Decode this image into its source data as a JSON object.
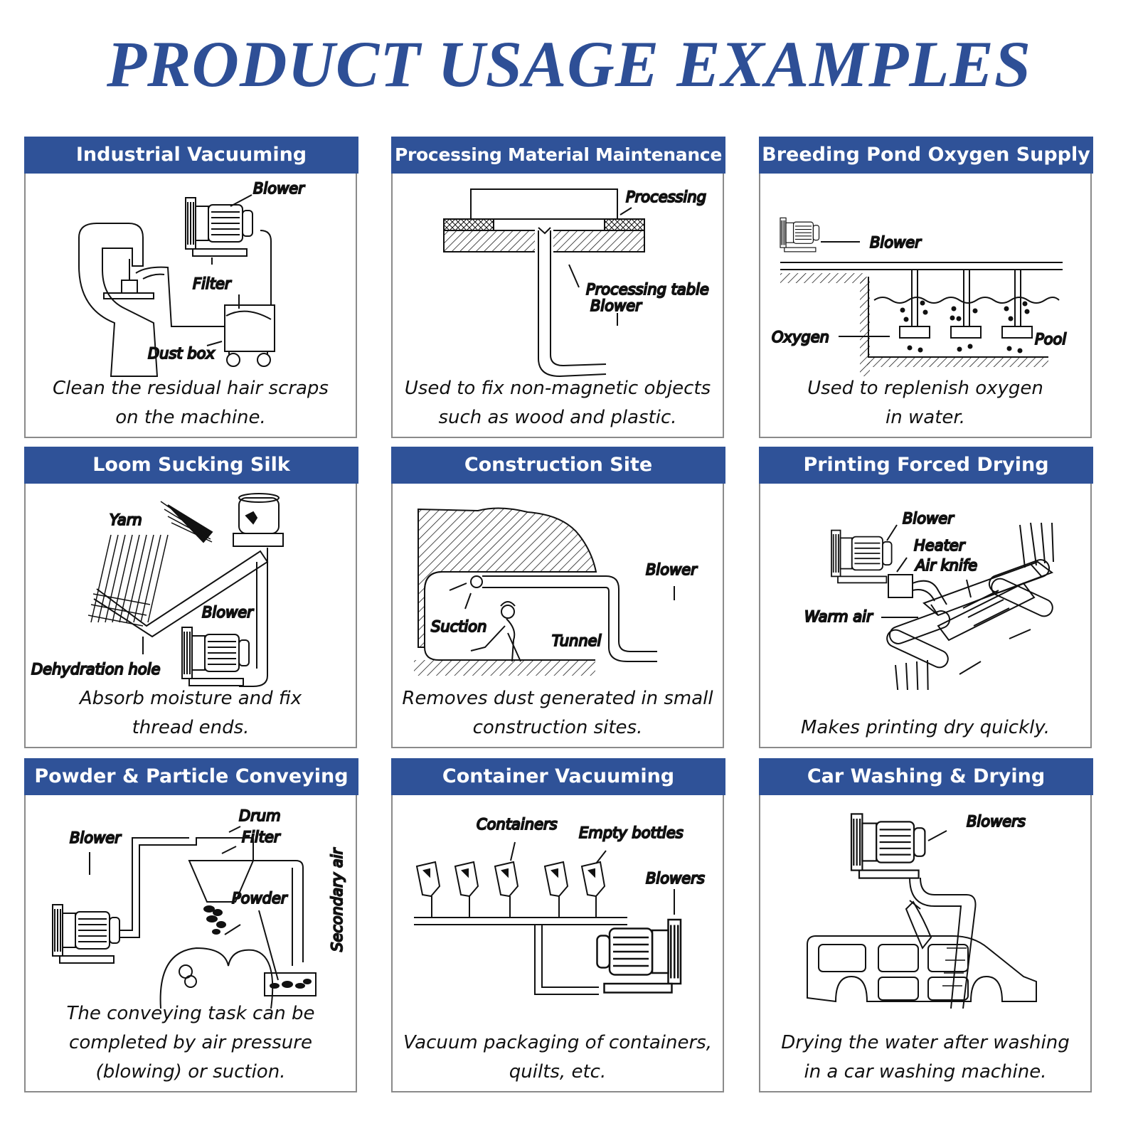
{
  "title": "PRODUCT USAGE EXAMPLES",
  "colors": {
    "title": "#2e4f96",
    "header_bg": "#2f5298",
    "border": "#8a8a8a"
  },
  "panels": [
    {
      "heading": "Industrial Vacuuming",
      "labels": {
        "blower": "Blower",
        "filter": "Filter",
        "dust_box": "Dust box"
      },
      "caption": [
        "Clean the residual hair scraps",
        "on the machine."
      ]
    },
    {
      "heading": "Processing Material Maintenance",
      "labels": {
        "processing": "Processing",
        "table": "Processing table",
        "blower": "Blower"
      },
      "caption": [
        "Used to fix non-magnetic objects",
        "such as wood and plastic."
      ]
    },
    {
      "heading": "Breeding Pond Oxygen Supply",
      "labels": {
        "blower": "Blower",
        "oxygen": "Oxygen",
        "pool": "Pool"
      },
      "caption": [
        "Used to replenish oxygen",
        "in water."
      ]
    },
    {
      "heading": "Loom Sucking Silk",
      "labels": {
        "yarn": "Yarn",
        "blower": "Blower",
        "hole": "Dehydration hole"
      },
      "caption": [
        "Absorb moisture and fix",
        "thread ends."
      ]
    },
    {
      "heading": "Construction Site",
      "labels": {
        "blower": "Blower",
        "suction": "Suction",
        "tunnel": "Tunnel"
      },
      "caption": [
        "Removes dust generated in small",
        "construction sites."
      ]
    },
    {
      "heading": "Printing Forced Drying",
      "labels": {
        "blower": "Blower",
        "heater": "Heater",
        "air_knife": "Air knife",
        "warm_air": "Warm air"
      },
      "caption": [
        "Makes printing dry quickly."
      ]
    },
    {
      "heading": "Powder & Particle Conveying",
      "labels": {
        "blower": "Blower",
        "drum": "Drum",
        "filter": "Filter",
        "powder": "Powder",
        "secondary_air": "Secondary air"
      },
      "caption": [
        "The conveying task can be",
        "completed by air pressure",
        "(blowing) or suction."
      ]
    },
    {
      "heading": "Container Vacuuming",
      "labels": {
        "containers": "Containers",
        "bottles": "Empty bottles",
        "blowers": "Blowers"
      },
      "caption": [
        "Vacuum packaging of containers,",
        "quilts, etc."
      ]
    },
    {
      "heading": "Car Washing & Drying",
      "labels": {
        "blowers": "Blowers"
      },
      "caption": [
        "Drying the water after washing",
        "in a car washing machine."
      ]
    }
  ]
}
